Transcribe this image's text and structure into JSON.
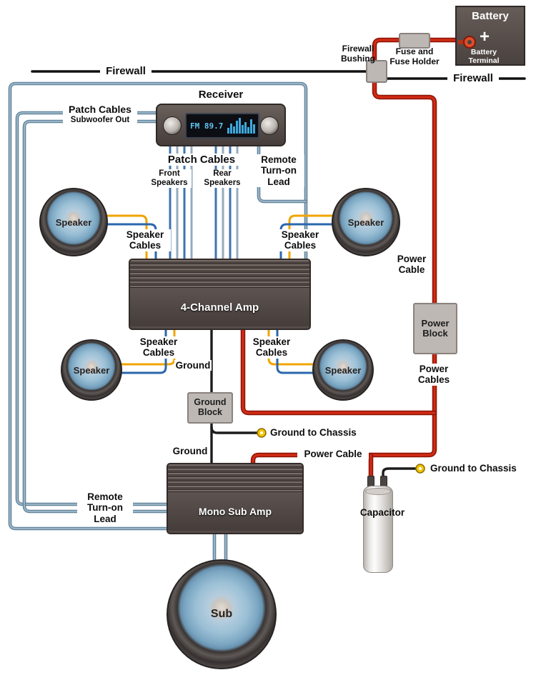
{
  "colors": {
    "power_cable": "#d22b15",
    "power_cable_edge": "#8e1507",
    "ground_wire": "#1c1c1c",
    "firewall_line": "#111111",
    "remote_wire": "#9ab4c6",
    "remote_wire_edge": "#5d7f96",
    "patch_blue": "#3f74ad",
    "patch_gray": "#96abbc",
    "speaker_wire_yellow": "#f0a500",
    "speaker_wire_blue": "#2a67ad",
    "component_dark": "#554c4a",
    "block_gray": "#bdb8b4",
    "display_text": "#5fc4f0",
    "connector_yellow": "#f2c400"
  },
  "firewall": {
    "left_label": "Firewall",
    "right_label": "Firewall",
    "bushing_label_line1": "Firewall",
    "bushing_label_line2": "Bushing"
  },
  "battery": {
    "title": "Battery",
    "plus": "+",
    "terminal_line1": "Battery",
    "terminal_line2": "Terminal"
  },
  "fuse": {
    "line1": "Fuse and",
    "line2": "Fuse Holder"
  },
  "receiver": {
    "title": "Receiver",
    "display_text": "FM 89.7"
  },
  "patch_subwoofer": {
    "line1": "Patch Cables",
    "line2": "Subwoofer Out"
  },
  "patch_main": {
    "title": "Patch Cables",
    "front_line1": "Front",
    "front_line2": "Speakers",
    "rear_line1": "Rear",
    "rear_line2": "Speakers"
  },
  "remote_lead_top": {
    "line1": "Remote",
    "line2": "Turn-on",
    "line3": "Lead"
  },
  "remote_lead_bottom": {
    "line1": "Remote",
    "line2": "Turn-on",
    "line3": "Lead"
  },
  "speaker_cables_label": {
    "line1": "Speaker",
    "line2": "Cables"
  },
  "speakers": {
    "front_left": "Speaker",
    "front_right": "Speaker",
    "rear_left": "Speaker",
    "rear_right": "Speaker",
    "sub": "Sub"
  },
  "amplifiers": {
    "four_channel": "4-Channel Amp",
    "mono_sub": "Mono Sub Amp"
  },
  "power": {
    "cable_top_line1": "Power",
    "cable_top_line2": "Cable",
    "block_line1": "Power",
    "block_line2": "Block",
    "cables_line1": "Power",
    "cables_line2": "Cables",
    "cable_bottom": "Power Cable"
  },
  "ground": {
    "label_top": "Ground",
    "label_bottom": "Ground",
    "block_line1": "Ground",
    "block_line2": "Block",
    "chassis_mid": "Ground to Chassis",
    "chassis_right": "Ground to Chassis"
  },
  "capacitor": {
    "label": "Capacitor"
  }
}
